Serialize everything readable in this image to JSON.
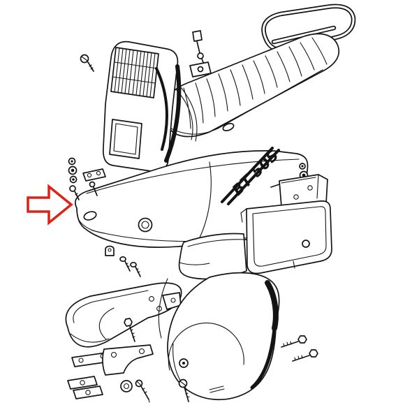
{
  "meta": {
    "background": "#ffffff",
    "line_color": "#141414"
  },
  "annotation": {
    "arrow_color": "#df2015",
    "arrow_direction": "right"
  },
  "diagram": {
    "model_label": "BT 50S",
    "type": "exploded-parts-drawing",
    "parts": [
      "luggage-rack",
      "seat",
      "front-cowl",
      "body-side-panel",
      "underseat-box",
      "air-duct",
      "front-fender",
      "rear-inner-fender",
      "mounting-brackets",
      "fasteners"
    ]
  }
}
